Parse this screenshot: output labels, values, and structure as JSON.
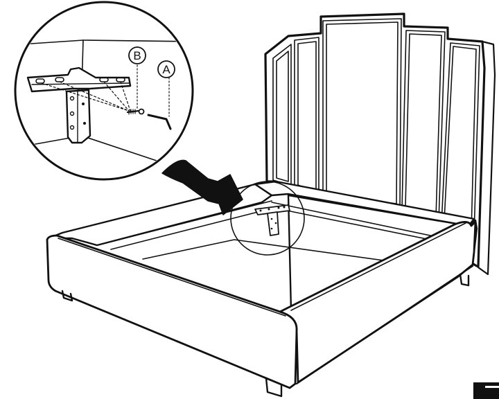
{
  "callouts": {
    "part_a": "A",
    "part_b": "B"
  },
  "colors": {
    "ink": "#111111",
    "paper": "#ffffff"
  },
  "icons": {
    "arrow": "curved-pointer-arrow",
    "corner_tab": "page-corner-tab"
  }
}
